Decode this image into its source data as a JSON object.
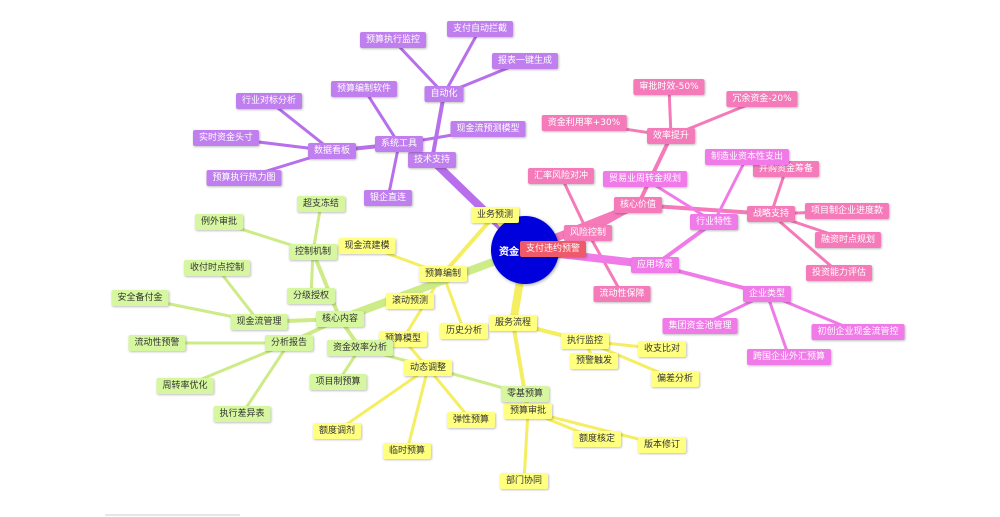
{
  "root": {
    "label": "资金",
    "color": "#0000dd"
  },
  "colors": {
    "purple": "#c07fee",
    "purple_line": "#b86fec",
    "pink": "#f57ab9",
    "pink_line": "#f57ab9",
    "magenta": "#f07ae8",
    "magenta_line": "#f07ae8",
    "yellow": "#ffff80",
    "yellow_line": "#f4ee60",
    "green": "#d6f7a0",
    "green_line": "#cdeb86",
    "red": "#ee5a6a"
  },
  "nodes": {
    "jishuzhichi": "技术支持",
    "zidonghua": "自动化",
    "yusuanzhixingjiankong": "预算执行监控",
    "zhifuzidonglanjie": "支付自动拦截",
    "baobiaoyijianshengcheng": "报表一键生成",
    "xitonggongju": "系统工具",
    "yusuanbianzhiruanjian": "预算编制软件",
    "xianjinliuyucemoxing": "现金流预测模型",
    "yinqizhilian": "银企直连",
    "shujukanban": "数据看板",
    "hangyeduibiaofenxi": "行业对标分析",
    "shishizijintoucun": "实时资金头寸",
    "yusuanzhixingrelitu": "预算执行热力图",
    "hexinjiazhi": "核心价值",
    "xiaolvtisheng": "效率提升",
    "shenpishixiao": "审批时效-50%",
    "rongyuzijin": "冗余资金-20%",
    "zijinliyonglv": "资金利用率+30%",
    "fengxiankongzhi": "风险控制",
    "huilvfengxianduichong": "汇率风险对冲",
    "zhifuweiyueyujing": "支付违约预警",
    "liudongxingbaozhang": "流动性保障",
    "zhanluezhichi": "战略支持",
    "bingouzijinchouhua": "并购资金筹备",
    "xiangmuzhiqiyejindukuan": "项目制企业进度款",
    "rongzishidianguihua": "融资时点规划",
    "touzinenglipinggu": "投资能力评估",
    "yingyongchangjing": "应用场景",
    "hangyetexing": "行业特性",
    "maoyiyezhouzhuanjin": "贸易业周转金规划",
    "zhizaoye": "制造业资本性支出",
    "qiyeleixing": "企业类型",
    "jituanzijinchi": "集团资金池管理",
    "chuchuangqiye": "初创企业现金流管控",
    "kuaguoqiye": "跨国企业外汇预算",
    "yewuyuce": "业务预测",
    "yusuanbianzhi": "预算编制",
    "xianjinliujianmo": "现金流建模",
    "gundongyuce": "滚动预测",
    "lishifenxi": "历史分析",
    "yusuanmoxing": "预算模型",
    "dongtaitiaozheng": "动态调整",
    "tanxingyusuan": "弹性预算",
    "linshiyusuan": "临时预算",
    "edutiaoji": "额度调剂",
    "lingjiyusuan": "零基预算",
    "xiangmuzhiyusuan": "项目制预算",
    "zijinxiaolvfenxi": "资金效率分析",
    "fuwuliucheng": "服务流程",
    "zhixingjiankong": "执行监控",
    "shouzhiduibi": "收支比对",
    "yujingchufa": "预警触发",
    "piancafenxi": "偏差分析",
    "yusuanshenpi": "预算审批",
    "eduheding": "额度核定",
    "banbenxiuding": "版本修订",
    "bumenxietong": "部门协同",
    "hexinneirong": "核心内容",
    "kongzhijizhi": "控制机制",
    "chaozhidongjie": "超支冻结",
    "liwaishenpi": "例外审批",
    "fenjishouquan": "分级授权",
    "xianjinliuguanli": "现金流管理",
    "shoufushidiankongzhi": "收付时点控制",
    "anquanbeifujin": "安全备付金",
    "fenxibaogao": "分析报告",
    "liudongxingyujing": "流动性预警",
    "zhouzhuanlvyouhua": "周转率优化",
    "zhixingchayibiao": "执行差异表"
  }
}
